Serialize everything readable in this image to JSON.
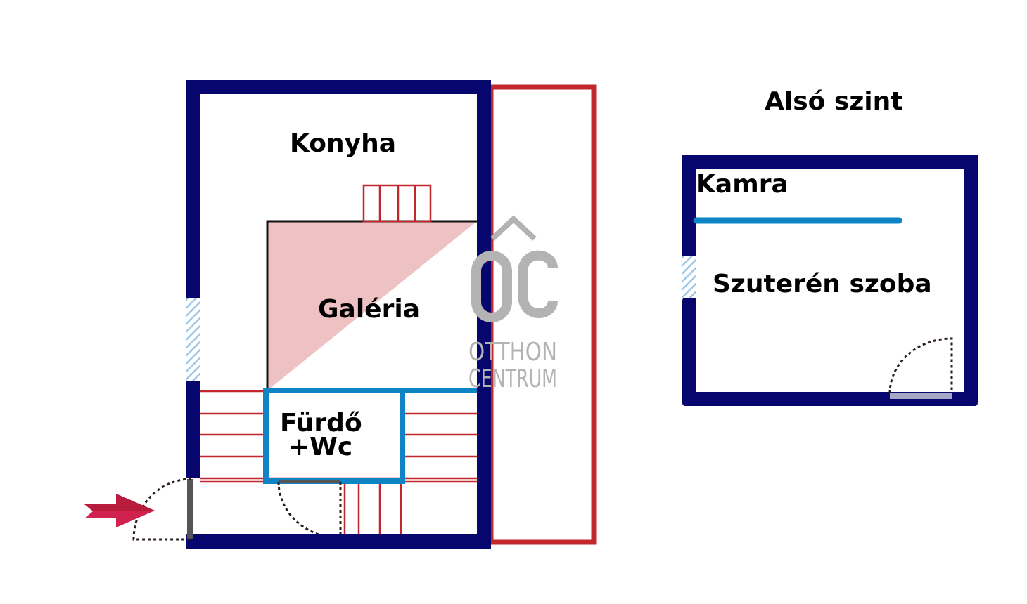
{
  "rooms": {
    "konyha": "Konyha",
    "galeria": "Galéria",
    "furdo_line1": "Fürdő",
    "furdo_line2": "+Wc",
    "kamra": "Kamra",
    "szuteren": "Szuterén szoba"
  },
  "lower_level_title": "Alsó szint",
  "watermark": {
    "line1": "OTTHON",
    "line2": "CENTRUM"
  },
  "colors": {
    "wall": "#06066e",
    "red": "#c1272d",
    "blue": "#0e84c4",
    "gallery_fill": "#eec2c2",
    "window": "#9fc7e6",
    "arrow": "#d0214f",
    "watermark": "#b3b3b3"
  }
}
